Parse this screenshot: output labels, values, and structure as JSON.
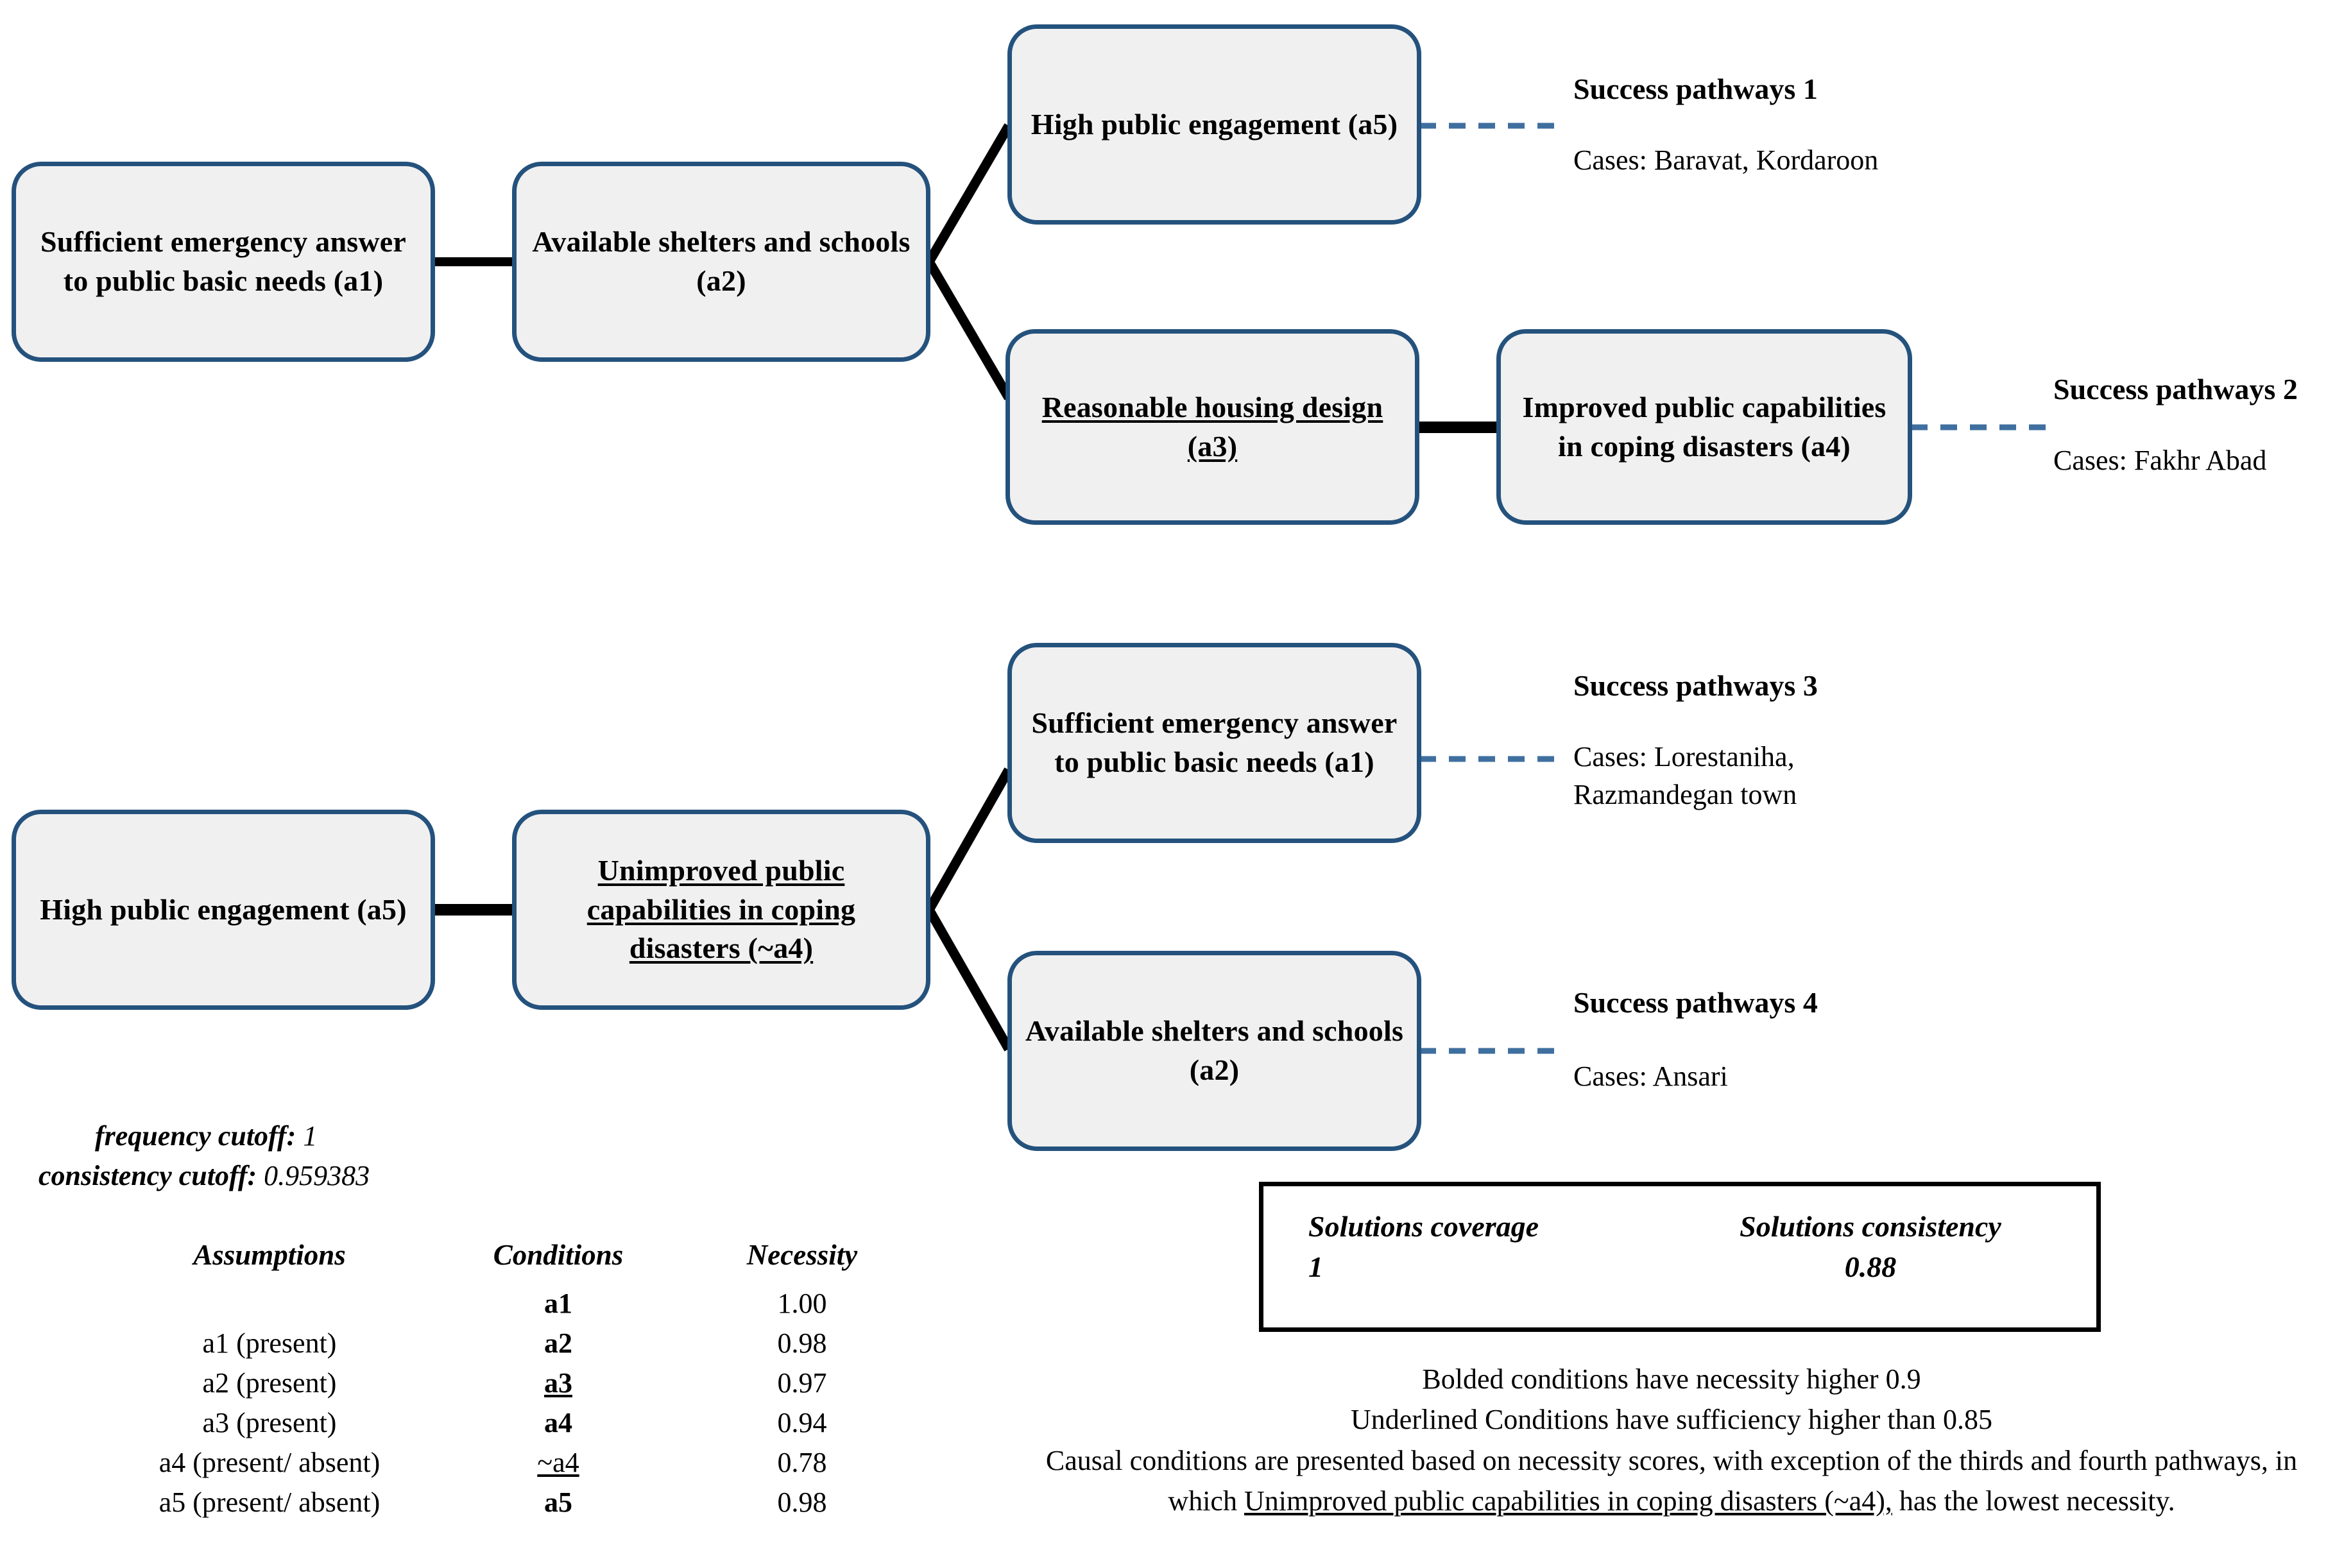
{
  "diagram": {
    "nodes": [
      {
        "id": "g1-a1",
        "label": "Sufficient emergency answer to public basic needs (a1)",
        "underlined": false
      },
      {
        "id": "g1-a2",
        "label": "Available shelters and schools (a2)",
        "underlined": false
      },
      {
        "id": "g1-a5",
        "label": "High public engagement (a5)",
        "underlined": false
      },
      {
        "id": "g1-a3",
        "label": "Reasonable housing design (a3)",
        "underlined": true
      },
      {
        "id": "g1-a4",
        "label": "Improved public capabilities in coping disasters (a4)",
        "underlined": false
      },
      {
        "id": "g2-a5",
        "label": "High public engagement (a5)",
        "underlined": false
      },
      {
        "id": "g2-na4",
        "label": "Unimproved public capabilities in coping disasters (~a4)",
        "underlined": true
      },
      {
        "id": "g2-a1",
        "label": "Sufficient emergency answer to public basic needs (a1)",
        "underlined": false
      },
      {
        "id": "g2-a2",
        "label": "Available shelters and schools (a2)",
        "underlined": false
      }
    ],
    "pathways": [
      {
        "id": "p1",
        "title": "Success pathways 1",
        "cases": "Cases: Baravat, Kordaroon"
      },
      {
        "id": "p2",
        "title": "Success pathways 2",
        "cases": "Cases: Fakhr Abad"
      },
      {
        "id": "p3",
        "title": "Success pathways 3",
        "cases": "Cases: Lorestaniha,\nRazmandegan town"
      },
      {
        "id": "p4",
        "title": "Success pathways 4",
        "cases": "Cases: Ansari"
      }
    ]
  },
  "cutoffs": {
    "frequency_label": "frequency cutoff:",
    "frequency_value": "1",
    "consistency_label": "consistency cutoff:",
    "consistency_value": "0.959383"
  },
  "necessity_table": {
    "headers": [
      "Assumptions",
      "Conditions",
      "Necessity"
    ],
    "rows": [
      {
        "assumption": "",
        "condition": "a1",
        "condition_style": "bold",
        "necessity": "1.00"
      },
      {
        "assumption": "a1 (present)",
        "condition": "a2",
        "condition_style": "bold",
        "necessity": "0.98"
      },
      {
        "assumption": "a2 (present)",
        "condition": "a3",
        "condition_style": "bold-underline",
        "necessity": "0.97"
      },
      {
        "assumption": "a3 (present)",
        "condition": "a4",
        "condition_style": "bold",
        "necessity": "0.94"
      },
      {
        "assumption": "a4 (present/ absent)",
        "condition": "~a4",
        "condition_style": "plain-underline",
        "necessity": "0.78"
      },
      {
        "assumption": "a5 (present/ absent)",
        "condition": "a5",
        "condition_style": "bold",
        "necessity": "0.98"
      }
    ]
  },
  "solutions": {
    "coverage_label": "Solutions coverage",
    "coverage_value": "1",
    "consistency_label": "Solutions consistency",
    "consistency_value": "0.88"
  },
  "notes": {
    "line1": "Bolded conditions have necessity higher 0.9",
    "line2": "Underlined Conditions have sufficiency higher than 0.85",
    "line3_a": "Causal conditions are presented based on necessity scores, with exception of the thirds and fourth pathways, in which ",
    "line3_u": "Unimproved public capabilities in coping disasters (~a4),",
    "line3_b": " has the lowest necessity."
  },
  "colors": {
    "node_border": "#24527D",
    "node_fill": "#F0F0F0",
    "connector": "#000000",
    "dashed_connector": "#3F6F9F"
  }
}
